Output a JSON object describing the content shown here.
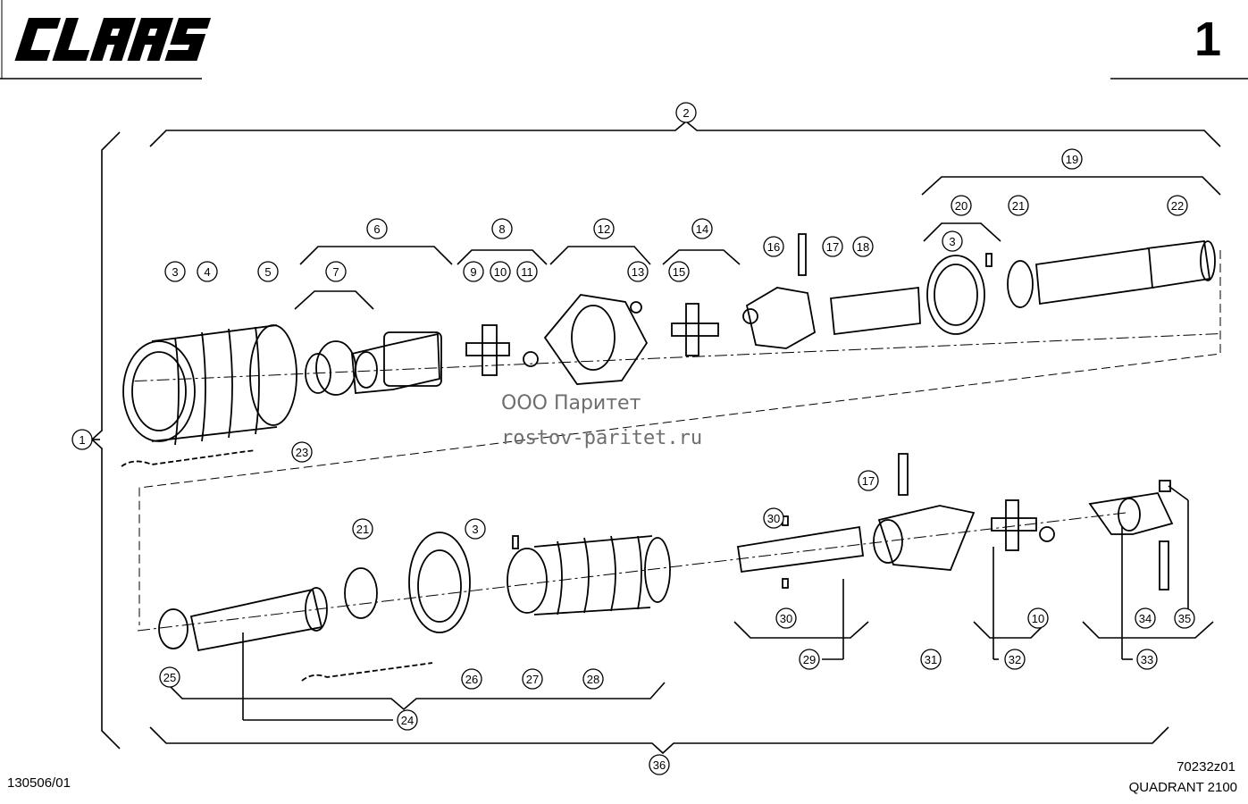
{
  "header": {
    "brand": "CLAAS",
    "page_number": "1"
  },
  "watermark": {
    "company": "ООО Паритет",
    "site": "rostov-paritet.ru"
  },
  "footer": {
    "doc_id": "130506/01",
    "drawing_code": "70232z01",
    "model": "QUADRANT 2100"
  },
  "callouts": [
    "1",
    "2",
    "3",
    "4",
    "5",
    "6",
    "7",
    "8",
    "9",
    "10",
    "11",
    "12",
    "13",
    "14",
    "15",
    "16",
    "17",
    "18",
    "19",
    "20",
    "3",
    "21",
    "22",
    "23",
    "21",
    "3",
    "25",
    "24",
    "26",
    "27",
    "28",
    "17",
    "30",
    "30",
    "29",
    "31",
    "32",
    "10",
    "33",
    "34",
    "35",
    "36"
  ]
}
